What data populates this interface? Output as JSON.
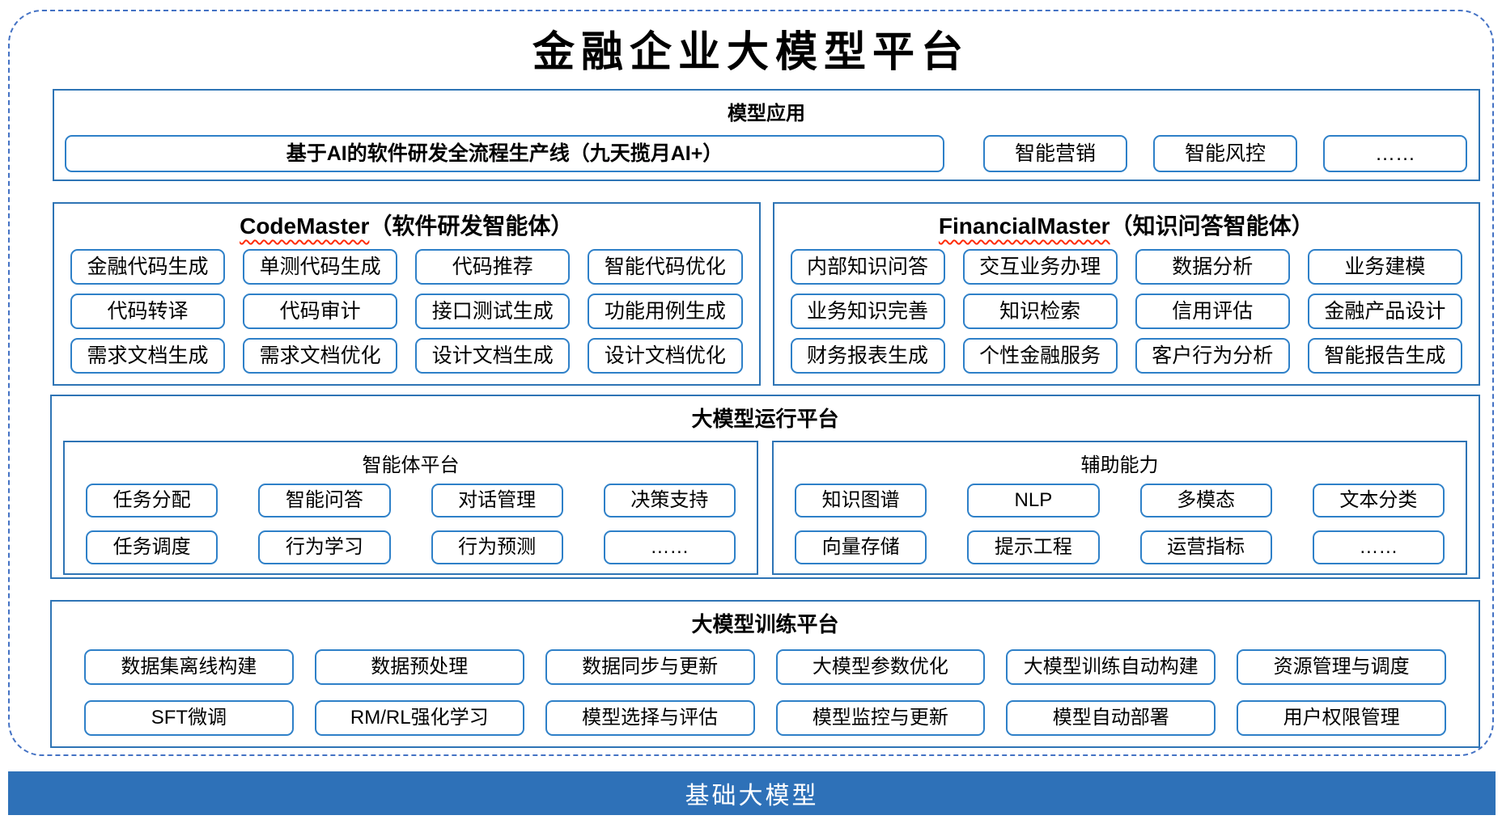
{
  "title": "金融企业大模型平台",
  "colors": {
    "outer_dashed_border": "#4472C4",
    "section_border": "#2E74B5",
    "cell_border": "#2E80C8",
    "base_bar_bg": "#2E71B8",
    "wavy_underline": "#FF2B06"
  },
  "model_apps": {
    "header": "模型应用",
    "main_item": "基于AI的软件研发全流程生产线（九天揽月AI+）",
    "items": [
      "智能营销",
      "智能风控",
      "……"
    ]
  },
  "codemaster": {
    "title_en": "CodeMaster",
    "title_zh": "（软件研发智能体）",
    "items": [
      "金融代码生成",
      "单测代码生成",
      "代码推荐",
      "智能代码优化",
      "代码转译",
      "代码审计",
      "接口测试生成",
      "功能用例生成",
      "需求文档生成",
      "需求文档优化",
      "设计文档生成",
      "设计文档优化"
    ]
  },
  "financialmaster": {
    "title_en": "FinancialMaster",
    "title_zh": "（知识问答智能体）",
    "items": [
      "内部知识问答",
      "交互业务办理",
      "数据分析",
      "业务建模",
      "业务知识完善",
      "知识检索",
      "信用评估",
      "金融产品设计",
      "财务报表生成",
      "个性金融服务",
      "客户行为分析",
      "智能报告生成"
    ]
  },
  "runtime": {
    "header": "大模型运行平台",
    "agent_platform": {
      "header": "智能体平台",
      "items": [
        "任务分配",
        "智能问答",
        "对话管理",
        "决策支持",
        "任务调度",
        "行为学习",
        "行为预测",
        "……"
      ]
    },
    "aux_capabilities": {
      "header": "辅助能力",
      "items": [
        "知识图谱",
        "NLP",
        "多模态",
        "文本分类",
        "向量存储",
        "提示工程",
        "运营指标",
        "……"
      ]
    }
  },
  "training": {
    "header": "大模型训练平台",
    "items": [
      "数据集离线构建",
      "数据预处理",
      "数据同步与更新",
      "大模型参数优化",
      "大模型训练自动构建",
      "资源管理与调度",
      "SFT微调",
      "RM/RL强化学习",
      "模型选择与评估",
      "模型监控与更新",
      "模型自动部署",
      "用户权限管理"
    ]
  },
  "base_model_bar": {
    "label": "基础大模型"
  }
}
